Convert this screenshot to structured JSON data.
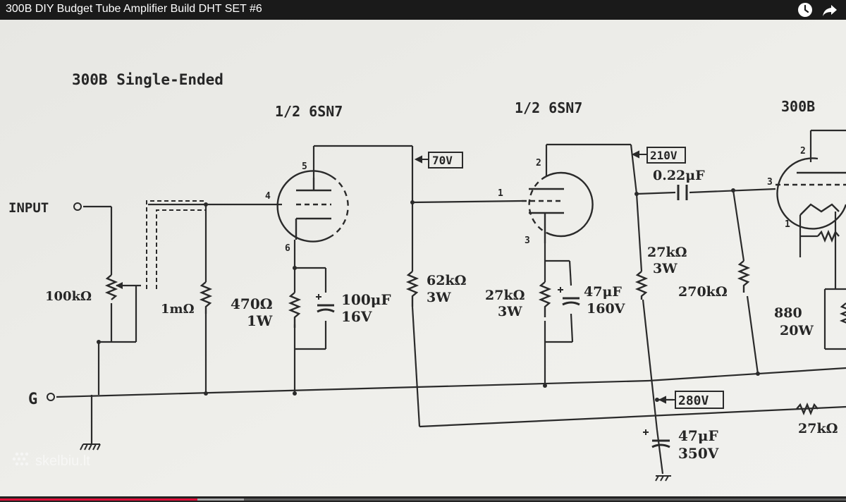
{
  "video": {
    "title": "300B DIY Budget Tube Amplifier Build DHT SET #6",
    "watermark": "skelbiu.lt",
    "progress_fraction": 0.233,
    "buffered_fraction": 0.288,
    "controls": {
      "watch_later_icon": "clock-icon",
      "share_icon": "share-arrow-icon"
    }
  },
  "schematic": {
    "title": "300B Single-Ended",
    "tube1": "1/2 6SN7",
    "tube2": "1/2 6SN7",
    "tube3": "300B",
    "input_label": "INPUT",
    "ground_label": "G",
    "v1_anode_voltage": "70V",
    "v2_anode_voltage": "210V",
    "supply_voltage": "280V",
    "pins": {
      "t1_plate": "5",
      "t1_grid": "4",
      "t1_cathode": "6",
      "t2_plate": "2",
      "t2_grid": "1",
      "t2_cathode": "3",
      "t3_plate": "2",
      "t3_grid": "3",
      "t3_fil": "1"
    },
    "components": {
      "pot": "100kΩ",
      "grid_leak": "1mΩ",
      "r_k1_value": "470Ω",
      "r_k1_power": "1W",
      "c_k1_value": "100μF",
      "c_k1_voltage": "16V",
      "r_load1_value": "62kΩ",
      "r_load1_power": "3W",
      "r_k2_value": "27kΩ",
      "r_k2_power": "3W",
      "c_k2_value": "47μF",
      "c_k2_voltage": "160V",
      "r_load2_value": "27kΩ",
      "r_load2_power": "3W",
      "coupling_cap": "0.22μF",
      "grid_r3": "270kΩ",
      "r_k3_value": "880",
      "r_k3_power": "20W",
      "supply_cap_value": "47μF",
      "supply_cap_voltage": "350V",
      "series_r": "27kΩ"
    }
  }
}
